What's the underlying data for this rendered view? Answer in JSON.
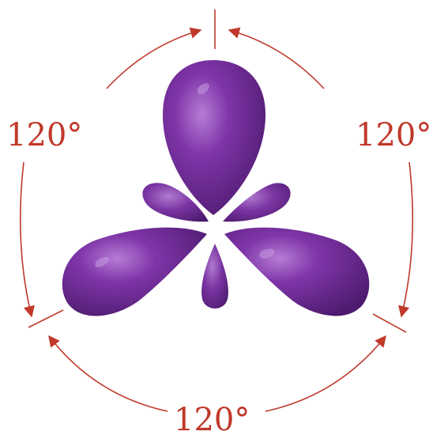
{
  "colors": {
    "arc": "#c0392b",
    "lobe_fill": "#6e2a96",
    "lobe_dark": "#4d1a6e",
    "lobe_highlight": "#b77dd6"
  },
  "labels": {
    "left_angle": "120°",
    "right_angle": "120°",
    "bottom_angle": "120°"
  }
}
